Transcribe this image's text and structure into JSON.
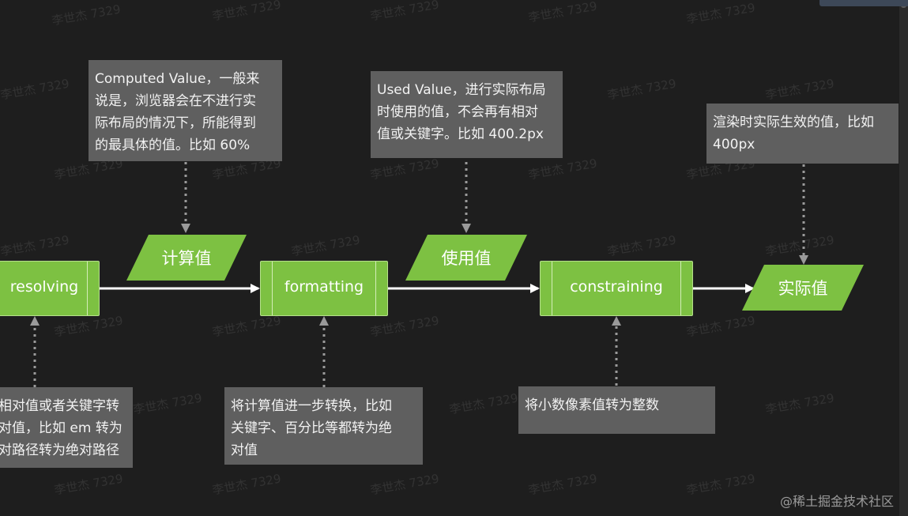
{
  "colors": {
    "background": "#1e1e1e",
    "process_fill": "#7dc142",
    "note_fill": "#5f5f5f",
    "arrow": "#ffffff",
    "dashed_arrow": "#9a9a9a"
  },
  "processes": [
    {
      "id": "resolving",
      "label": "resolving"
    },
    {
      "id": "formatting",
      "label": "formatting"
    },
    {
      "id": "constraining",
      "label": "constraining"
    }
  ],
  "data_nodes": [
    {
      "id": "computed",
      "label": "计算值"
    },
    {
      "id": "used",
      "label": "使用值"
    },
    {
      "id": "actual",
      "label": "实际值"
    }
  ],
  "notes": {
    "computed": "Computed Value，一般来\n说是，浏览器会在不进行实\n际布局的情况下，所能得到\n的最具体的值。比如 60%",
    "used": "Used Value，进行实际布局\n时使用的值，不会再有相对\n值或关键字。比如 400.2px",
    "actual": "渲染时实际生效的值，比如\n400px",
    "resolving": "相对值或者关键字转\n对值，比如 em 转为\n对路径转为绝对路径",
    "formatting": "将计算值进一步转换，比如\n关键字、百分比等都转为绝\n对值",
    "constraining": "将小数像素值转为整数"
  },
  "watermark": "李世杰 7329",
  "credit": "@稀土掘金技术社区"
}
